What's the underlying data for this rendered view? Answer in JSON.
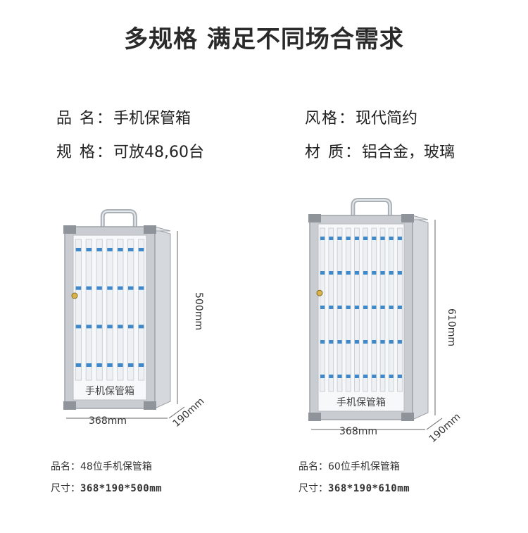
{
  "title": "多规格 满足不同场合需求",
  "specs": {
    "name_label": "品 名：",
    "name_value": "手机保管箱",
    "style_label": "风格：",
    "style_value": "现代简约",
    "size_label": "规 格：",
    "size_value": "可放48,60台",
    "material_label": "材 质：",
    "material_value": "铝合金，玻璃"
  },
  "products": [
    {
      "name_label": "品名：",
      "name_value": "48位手机保管箱",
      "size_label": "尺寸：",
      "size_value": "368*190*500mm",
      "width_dim": "368mm",
      "depth_dim": "190mm",
      "height_dim": "500mm",
      "panel_text": "手机保管箱",
      "slots": 48
    },
    {
      "name_label": "品名：",
      "name_value": "60位手机保管箱",
      "size_label": "尺寸：",
      "size_value": "368*190*610mm",
      "width_dim": "368mm",
      "depth_dim": "190mm",
      "height_dim": "610mm",
      "panel_text": "手机保管箱",
      "slots": 60
    }
  ],
  "colors": {
    "frame": "#c9ccd0",
    "frame_dark": "#9ea3a8",
    "slot": "#eef1f4",
    "label_blue": "#3f88c9"
  }
}
